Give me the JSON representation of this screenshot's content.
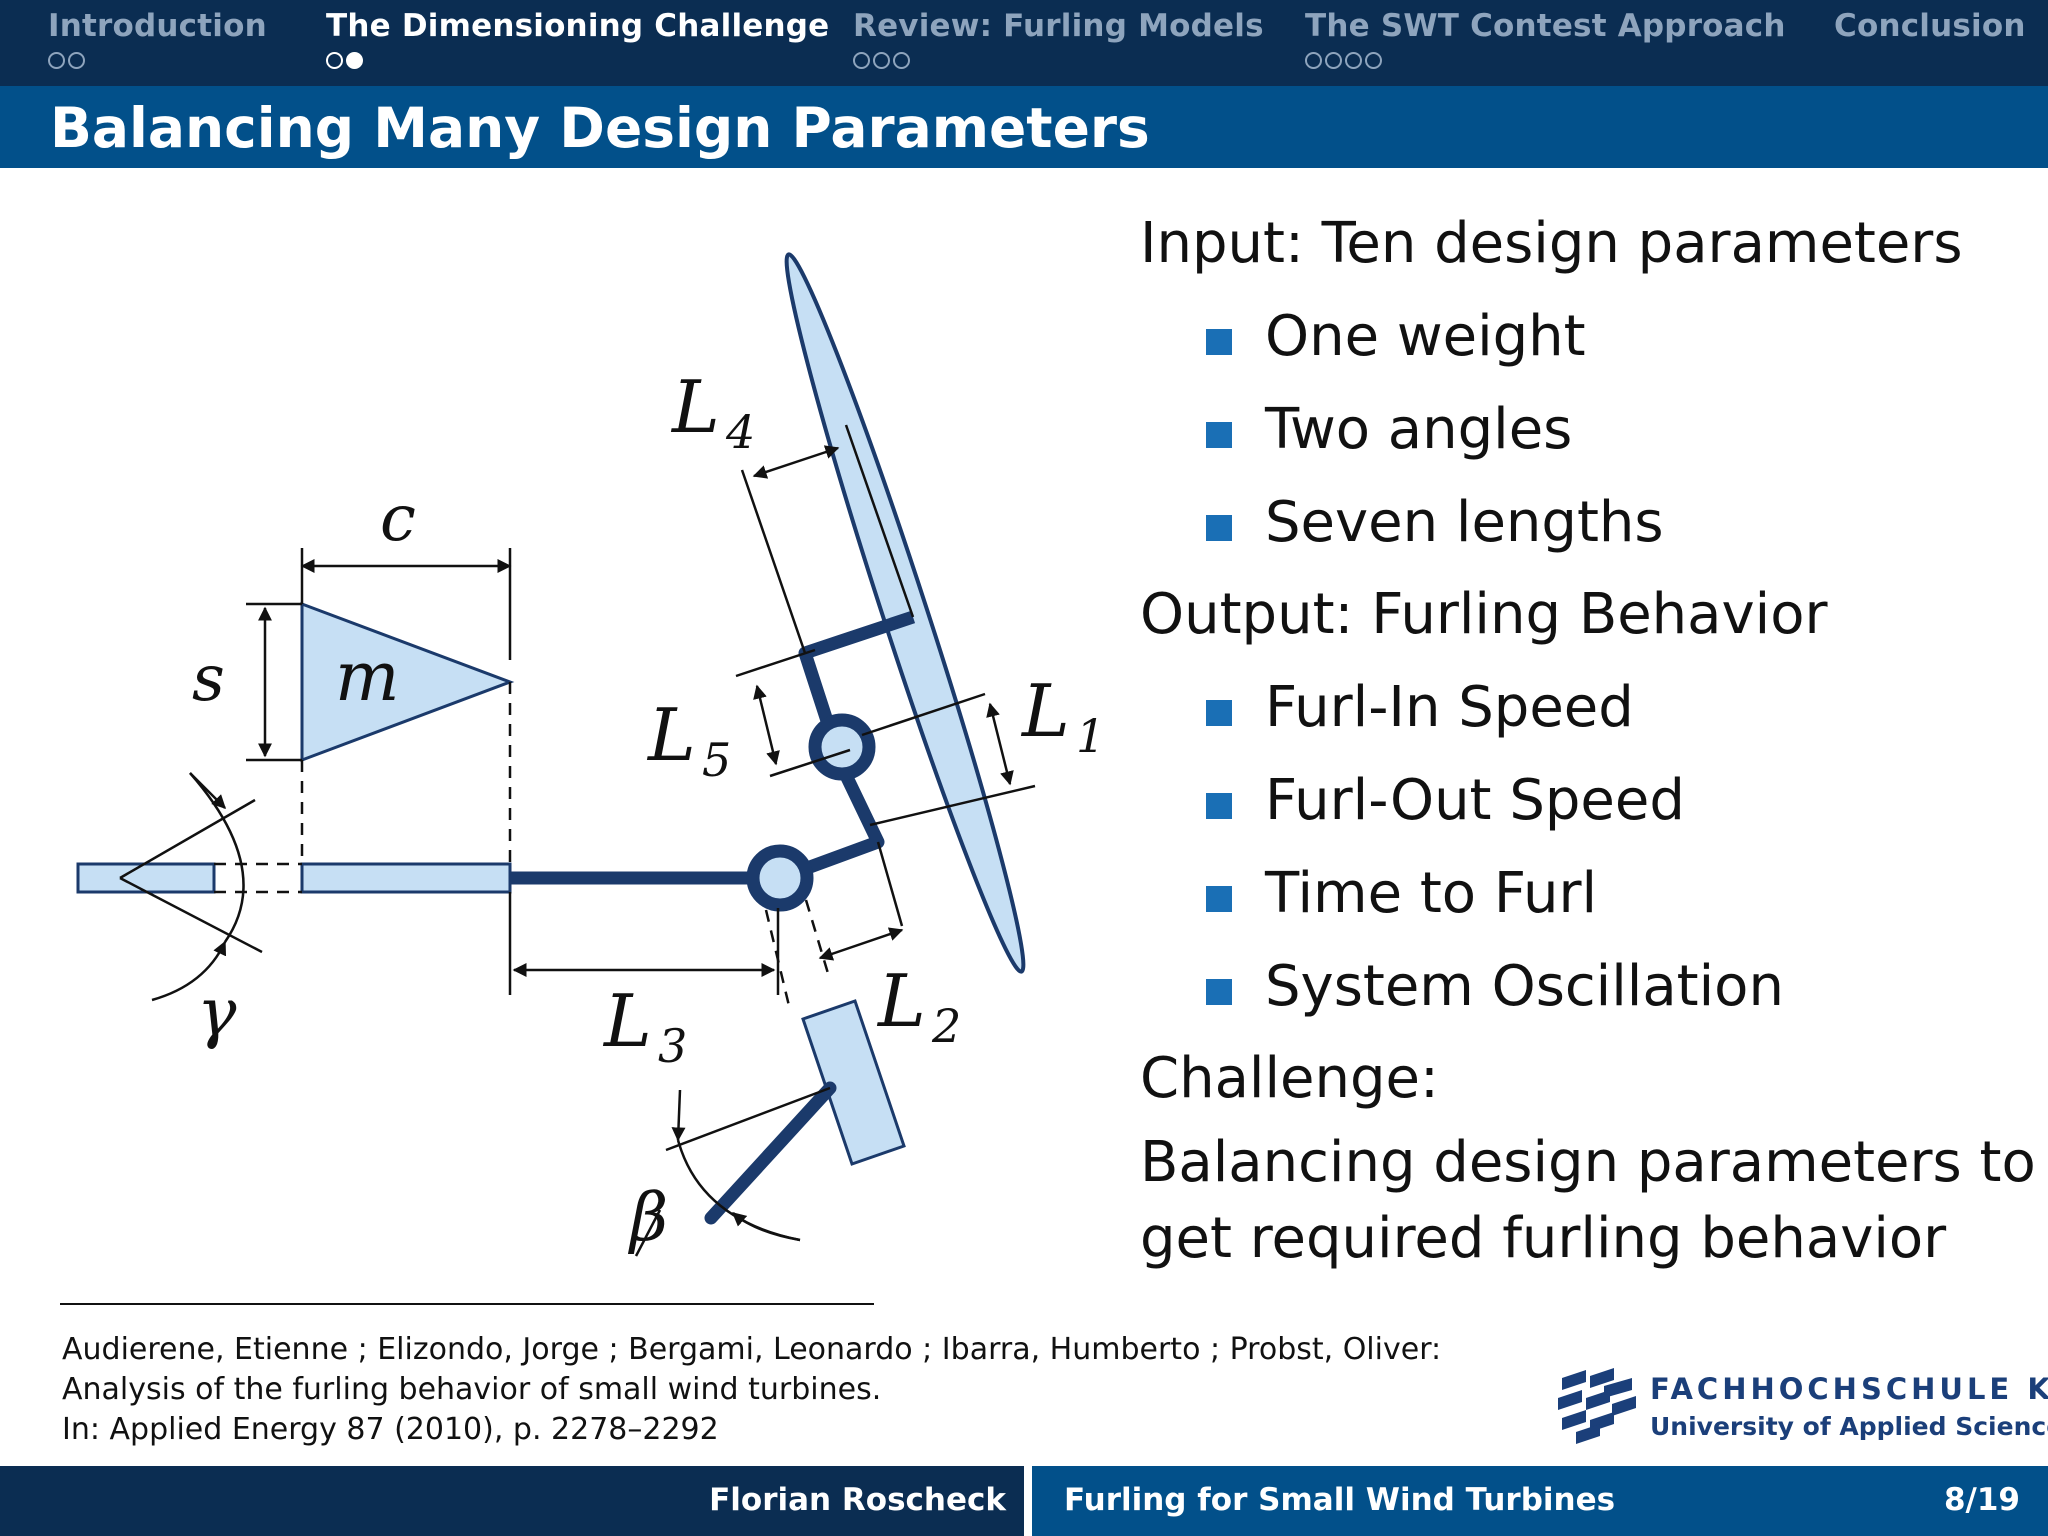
{
  "navigation": {
    "sections": [
      {
        "label": "Introduction",
        "dots": 2,
        "active_dot": -1,
        "active": false
      },
      {
        "label": "The Dimensioning Challenge",
        "dots": 2,
        "active_dot": 1,
        "active": true
      },
      {
        "label": "Review:  Furling Models",
        "dots": 3,
        "active_dot": -1,
        "active": false
      },
      {
        "label": "The SWT Contest Approach",
        "dots": 4,
        "active_dot": -1,
        "active": false
      },
      {
        "label": "Conclusion",
        "dots": 0,
        "active_dot": -1,
        "active": false
      }
    ]
  },
  "slide": {
    "title": "Balancing Many Design Parameters"
  },
  "diagram": {
    "labels": {
      "c": "c",
      "s": "s",
      "m": "m",
      "gamma": "γ",
      "beta": "β",
      "L1": "L",
      "L1_sub": "1",
      "L2": "L",
      "L2_sub": "2",
      "L3": "L",
      "L3_sub": "3",
      "L4": "L",
      "L4_sub": "4",
      "L5": "L",
      "L5_sub": "5"
    },
    "fill_color": "#c6dff4",
    "stroke_color": "#1b3a6b"
  },
  "content": {
    "input_heading": "Input:  Ten design parameters",
    "input_items": [
      "One weight",
      "Two angles",
      "Seven lengths"
    ],
    "output_heading": "Output:  Furling Behavior",
    "output_items": [
      "Furl-In Speed",
      "Furl-Out Speed",
      "Time to Furl",
      "System Oscillation"
    ],
    "challenge_heading": "Challenge:",
    "challenge_lines": [
      "Balancing design parameters to",
      "get required furling behavior"
    ],
    "bullet_color": "#1a6fb5"
  },
  "footnote": {
    "lines": [
      "Audierene, Etienne ; Elizondo, Jorge ; Bergami, Leonardo ; Ibarra, Humberto ; Probst, Oliver:",
      "Analysis of the furling behavior of small wind turbines.",
      "In:  Applied Energy 87 (2010), p.  2278–2292"
    ]
  },
  "logo": {
    "name": "FACHHOCHSCHULE KIEL",
    "subtitle": "University of Applied Sciences",
    "color": "#1b3f7a"
  },
  "footer": {
    "author": "Florian Roscheck",
    "talk_title": "Furling for Small Wind Turbines",
    "page": "8/19"
  }
}
